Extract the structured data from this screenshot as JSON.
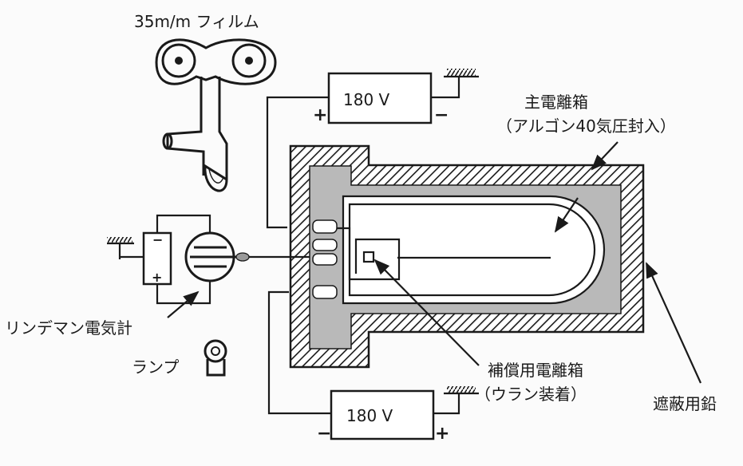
{
  "labels": {
    "film": "35m/m フィルム",
    "battery_top": "180 V",
    "battery_bottom": "180 V",
    "main_chamber_line1": "主電離箱",
    "main_chamber_line2": "（アルゴン40気圧封入）",
    "electrometer": "リンデマン電気計",
    "lamp": "ランプ",
    "comp_chamber_line1": "補償用電離箱",
    "comp_chamber_line2": "（ウラン装着）",
    "shield": "遮蔽用鉛"
  },
  "signs": {
    "top_plus": "+",
    "top_minus": "−",
    "bottom_minus": "−",
    "bottom_plus": "+",
    "electrometer_minus": "−",
    "electrometer_plus": "+"
  }
}
